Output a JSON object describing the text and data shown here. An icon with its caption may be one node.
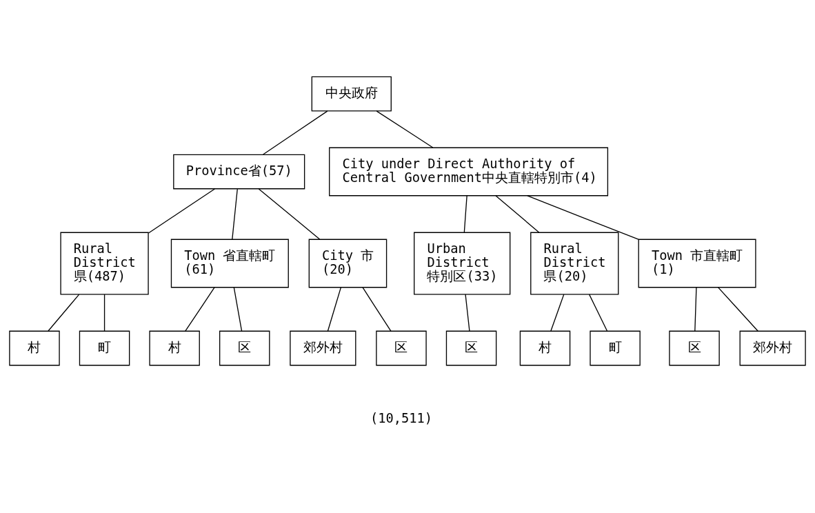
{
  "diagram": {
    "nodes": [
      {
        "text": [
          "中央政府"
        ]
      },
      {
        "text": [
          "Province省(57)"
        ]
      },
      {
        "text": [
          "City under Direct Authority of Central Government中央直轄特別市(4)"
        ]
      },
      {
        "text": [
          "Rural District 県(487)"
        ]
      },
      {
        "text": [
          "Town 省直轄町 (61)"
        ]
      },
      {
        "text": [
          "City 市 (20)"
        ]
      },
      {
        "text": [
          "Urban District 特別区(33)"
        ]
      },
      {
        "text": [
          "Rural District 県(20)"
        ]
      },
      {
        "text": [
          "Town 市直轄町 (1)"
        ]
      },
      {
        "text": [
          "村"
        ]
      },
      {
        "text": [
          "町"
        ]
      },
      {
        "text": [
          "村"
        ]
      },
      {
        "text": [
          "区"
        ]
      },
      {
        "text": [
          "郊外村"
        ]
      },
      {
        "text": [
          "区"
        ]
      },
      {
        "text": [
          "区"
        ]
      },
      {
        "text": [
          "村"
        ]
      },
      {
        "text": [
          "町"
        ]
      },
      {
        "text": [
          "区"
        ]
      },
      {
        "text": [
          "郊外村"
        ]
      }
    ],
    "edges": [
      {
        "from": 0,
        "to": 1,
        "arrow": "none"
      },
      {
        "from": 0,
        "to": 2,
        "arrow": "none"
      },
      {
        "from": 1,
        "to": 3,
        "arrow": "none"
      },
      {
        "from": 1,
        "to": 4,
        "arrow": "none"
      },
      {
        "from": 1,
        "to": 5,
        "arrow": "none"
      },
      {
        "from": 2,
        "to": 6,
        "arrow": "none"
      },
      {
        "from": 2,
        "to": 7,
        "arrow": "none"
      },
      {
        "from": 2,
        "to": 8,
        "arrow": "none"
      },
      {
        "from": 3,
        "to": 9,
        "arrow": "none"
      },
      {
        "from": 3,
        "to": 10,
        "arrow": "none"
      },
      {
        "from": 4,
        "to": 11,
        "arrow": "none"
      },
      {
        "from": 4,
        "to": 12,
        "arrow": "none"
      },
      {
        "from": 5,
        "to": 13,
        "arrow": "none"
      },
      {
        "from": 5,
        "to": 14,
        "arrow": "none"
      },
      {
        "from": 6,
        "to": 15,
        "arrow": "none"
      },
      {
        "from": 7,
        "to": 16,
        "arrow": "none"
      },
      {
        "from": 7,
        "to": 17,
        "arrow": "none"
      },
      {
        "from": 8,
        "to": 18,
        "arrow": "none"
      },
      {
        "from": 8,
        "to": 19,
        "arrow": "none"
      }
    ],
    "labels": [
      "(10,511)"
    ]
  }
}
